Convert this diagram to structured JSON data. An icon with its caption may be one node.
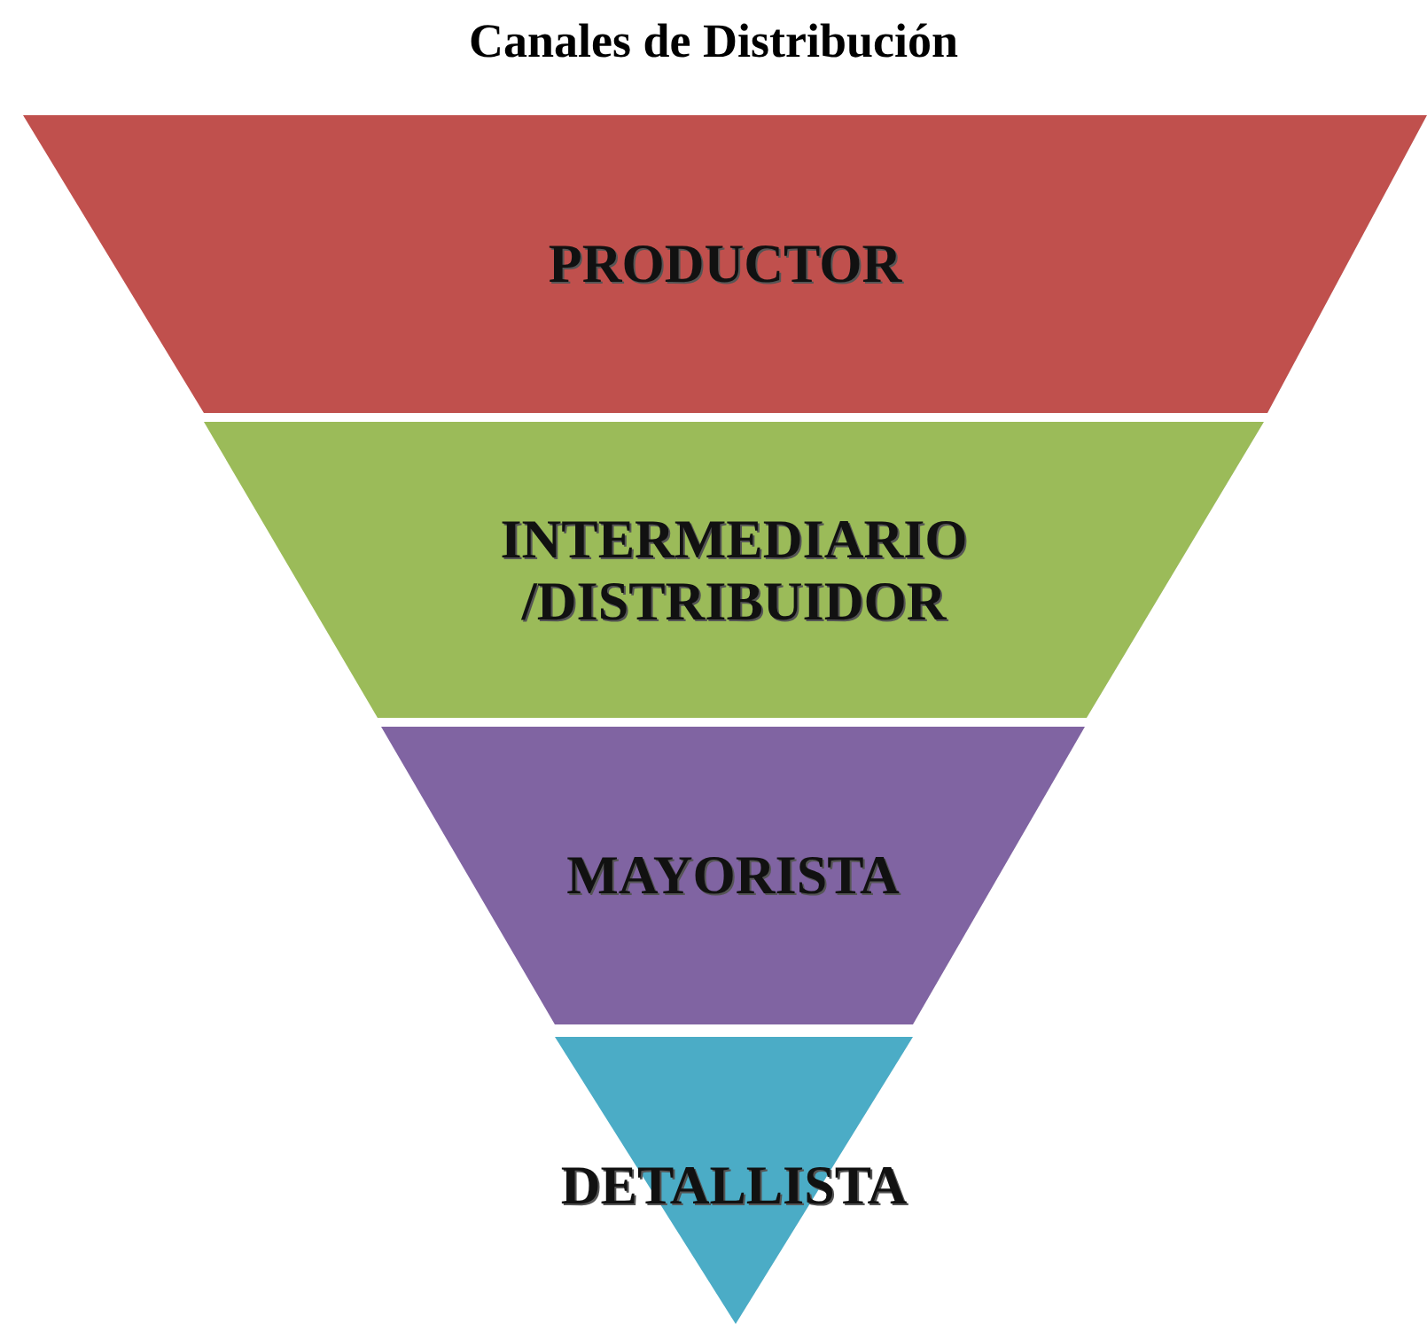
{
  "diagram": {
    "title": "Canales de Distribución",
    "nodes": [
      {
        "text": [
          "PRODUCTOR"
        ]
      },
      {
        "text": [
          "INTERMEDIARIO /DISTRIBUIDOR"
        ]
      },
      {
        "text": [
          "MAYORISTA"
        ]
      },
      {
        "text": [
          "DETALLISTA"
        ]
      }
    ]
  }
}
